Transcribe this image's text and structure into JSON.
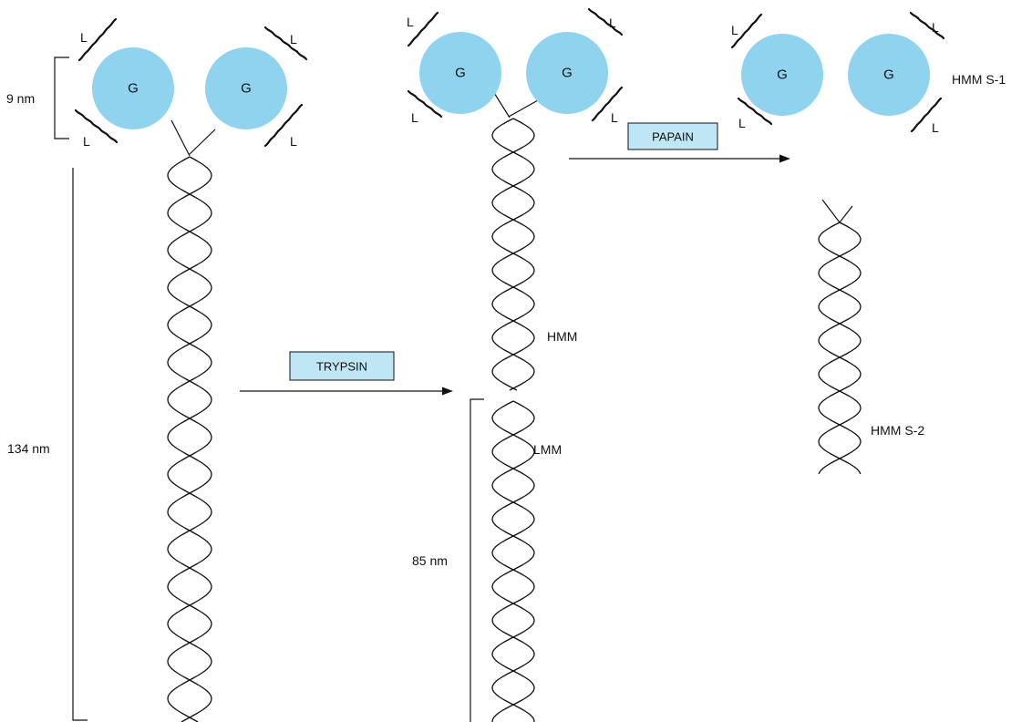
{
  "colors": {
    "globular_head_fill": "#8fd3ee",
    "enzyme_box_fill": "#bfe6f5",
    "ink": "#111111"
  },
  "head_label": "G",
  "light_chain_label": "L",
  "dimensions": {
    "head_size": "9 nm",
    "full_length": "134 nm",
    "lmm_length": "85 nm"
  },
  "enzymes": {
    "trypsin": "TRYPSIN",
    "papain": "PAPAIN"
  },
  "fragments": {
    "hmm": "HMM",
    "lmm": "LMM",
    "hmm_s1": "HMM S-1",
    "hmm_s2": "HMM S-2"
  }
}
